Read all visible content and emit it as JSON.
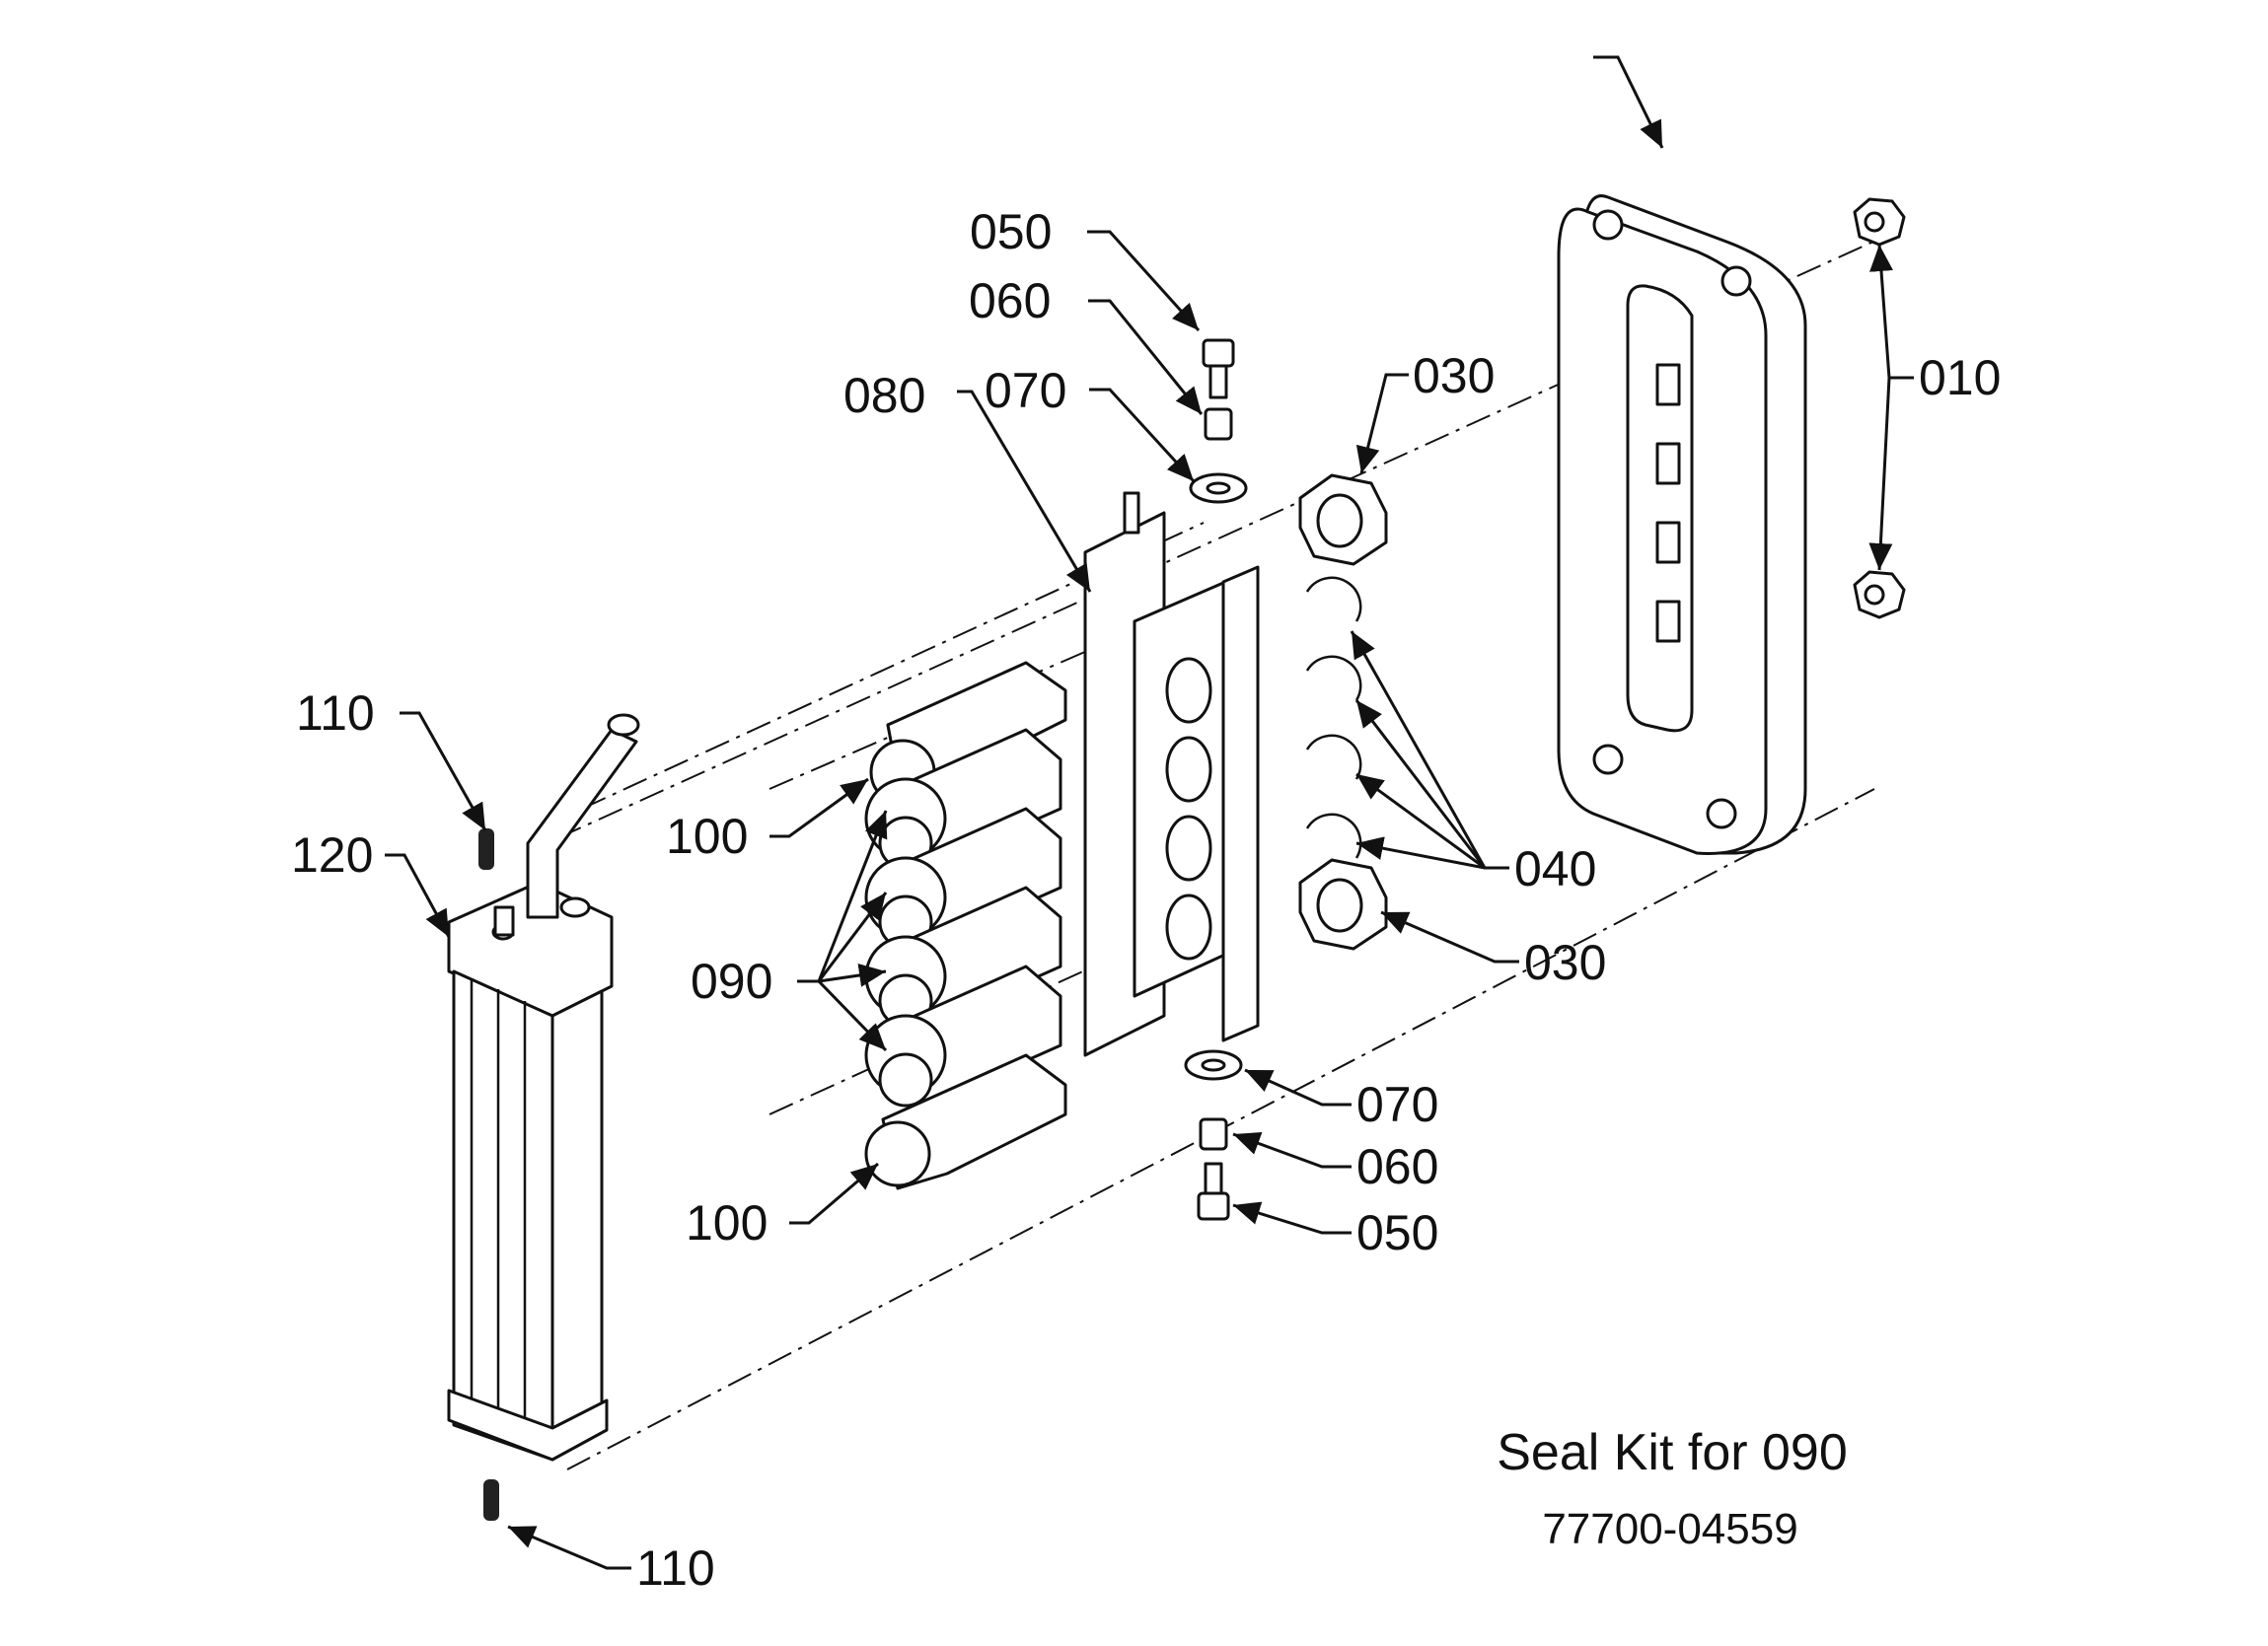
{
  "callouts": {
    "c010": "010",
    "c030_top": "030",
    "c030_bottom": "030",
    "c040": "040",
    "c050_top": "050",
    "c050_bottom": "050",
    "c060_top": "060",
    "c060_bottom": "060",
    "c070_top": "070",
    "c070_bottom": "070",
    "c080": "080",
    "c090": "090",
    "c100_top": "100",
    "c100_bottom": "100",
    "c110_top": "110",
    "c110_bottom": "110",
    "c120": "120"
  },
  "kit": {
    "title": "Seal Kit for 090",
    "part_number": "77700-04559"
  }
}
